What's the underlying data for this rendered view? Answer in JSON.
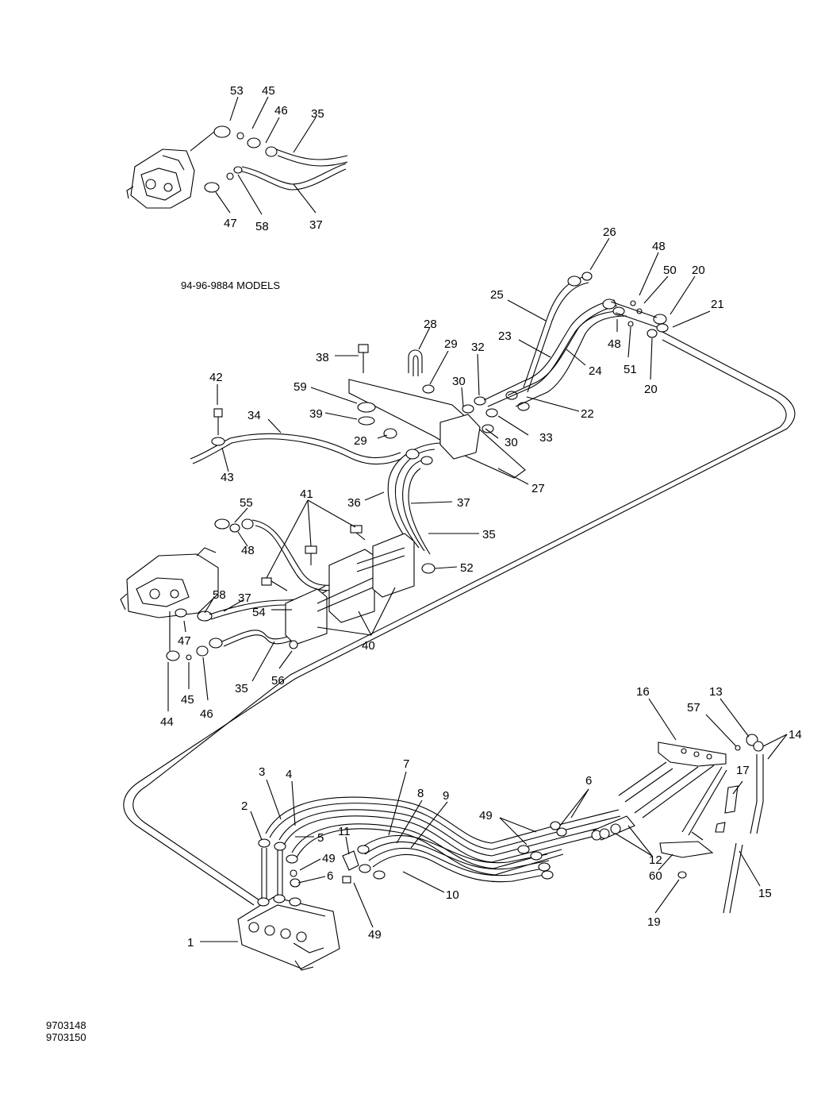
{
  "models_note": "94-96-9884 MODELS",
  "figure_numbers": [
    "9703148",
    "9703150"
  ],
  "callouts": {
    "c53": "53",
    "c45a": "45",
    "c46a": "46",
    "c35a": "35",
    "c47a": "47",
    "c58a": "58",
    "c37a": "37",
    "c26": "26",
    "c48a": "48",
    "c50": "50",
    "c20a": "20",
    "c21": "21",
    "c25": "25",
    "c23": "23",
    "c24": "24",
    "c48b": "48",
    "c51": "51",
    "c20b": "20",
    "c28": "28",
    "c29a": "29",
    "c32": "32",
    "c38": "38",
    "c30a": "30",
    "c59": "59",
    "c39": "39",
    "c29b": "29",
    "c22": "22",
    "c33": "33",
    "c30b": "30",
    "c42": "42",
    "c34": "34",
    "c43": "43",
    "c27": "27",
    "c36": "36",
    "c37b": "37",
    "c35b": "35",
    "c41": "41",
    "c55": "55",
    "c48c": "48",
    "c52": "52",
    "c58b": "58",
    "c37c": "37",
    "c54": "54",
    "c47b": "47",
    "c40": "40",
    "c35c": "35",
    "c56": "56",
    "c44": "44",
    "c45b": "45",
    "c46b": "46",
    "c16": "16",
    "c13": "13",
    "c57": "57",
    "c14": "14",
    "c17": "17",
    "c3": "3",
    "c4": "4",
    "c7": "7",
    "c8": "8",
    "c9": "9",
    "c6a": "6",
    "c2": "2",
    "c5": "5",
    "c11": "11",
    "c49a": "49",
    "c49b": "49",
    "c6b": "6",
    "c12": "12",
    "c60": "60",
    "c15": "15",
    "c10": "10",
    "c19": "19",
    "c1": "1",
    "c49c": "49"
  }
}
